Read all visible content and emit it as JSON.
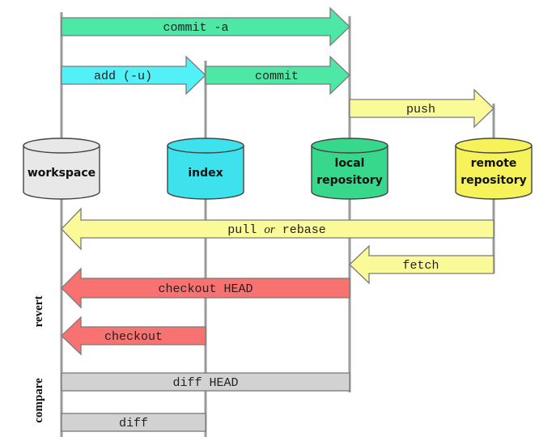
{
  "colors": {
    "green": "#4ee8a6",
    "cyan": "#52f0f7",
    "yellow": "#fbfa99",
    "red": "#f97272",
    "gray": "#d2d2d2",
    "workspace": "#e8e8e8",
    "index": "#3ee2ec",
    "local": "#37d88c",
    "remote": "#f6f35a"
  },
  "cylinders": {
    "workspace": [
      "workspace"
    ],
    "index": [
      "index"
    ],
    "local": [
      "local",
      "repository"
    ],
    "remote": [
      "remote",
      "repository"
    ]
  },
  "arrows": {
    "commit_a": "commit -a",
    "add_u": "add (-u)",
    "commit": "commit",
    "push": "push",
    "pull": "pull",
    "pull_or": "or",
    "rebase": "rebase",
    "fetch": "fetch",
    "checkout_head": "checkout HEAD",
    "checkout": "checkout"
  },
  "bars": {
    "diff_head": "diff HEAD",
    "diff": "diff"
  },
  "side_labels": {
    "revert": "revert",
    "compare": "compare"
  }
}
